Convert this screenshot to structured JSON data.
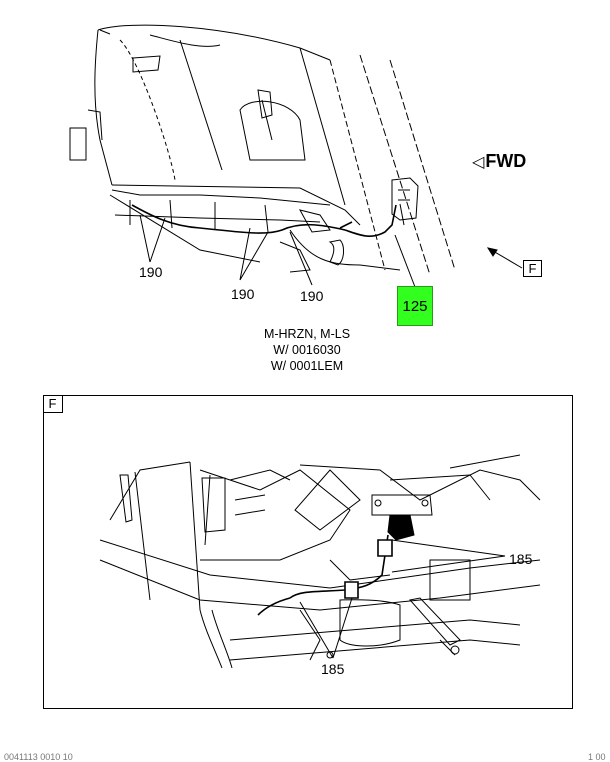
{
  "direction_label": "FWD",
  "direction_arrow_glyph": "◁",
  "highlight_color": "#33ff1f",
  "callouts": {
    "c190_a": "190",
    "c190_b": "190",
    "c190_c": "190",
    "c125": "125",
    "c185_top": "185",
    "c185_bottom": "185"
  },
  "view_ref": "F",
  "variant_lines": [
    "M-HRZN, M-LS",
    "W/ 0016030",
    "W/ 0001LEM"
  ],
  "detail_tag": "F",
  "footer_left": "0041113  0010 10",
  "footer_right": "1 00"
}
